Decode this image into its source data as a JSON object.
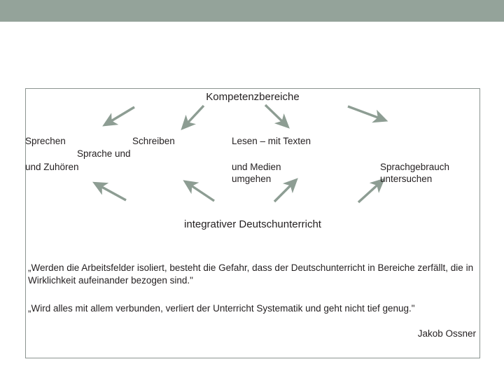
{
  "slide": {
    "header_bar_color": "#94a39a",
    "background_color": "#ffffff",
    "box_border_color": "#8b9490",
    "arrow_color": "#8d9d93",
    "text_color": "#231f20",
    "title": "Kompetenzbereiche",
    "center_label": "integrativer Deutschunterricht",
    "competence_labels": {
      "sprechen": "Sprechen",
      "schreiben": "Schreiben",
      "sprache_und": "Sprache und",
      "und_zuhoeren": "und Zuhören",
      "lesen": "Lesen – mit Texten",
      "und_medien": "und Medien",
      "umgehen": "umgehen",
      "sprachgebrauch": "Sprachgebrauch",
      "untersuchen": "untersuchen"
    },
    "quotes": [
      "„Werden die Arbeitsfelder isoliert, besteht die Gefahr, dass der Deutschunterricht in Bereiche zerfällt, die in Wirklichkeit aufeinander bezogen sind.\"",
      "„Wird alles mit allem verbunden, verliert der Unterricht Systematik und geht nicht tief genug.\""
    ],
    "attribution": "Jakob Ossner"
  }
}
